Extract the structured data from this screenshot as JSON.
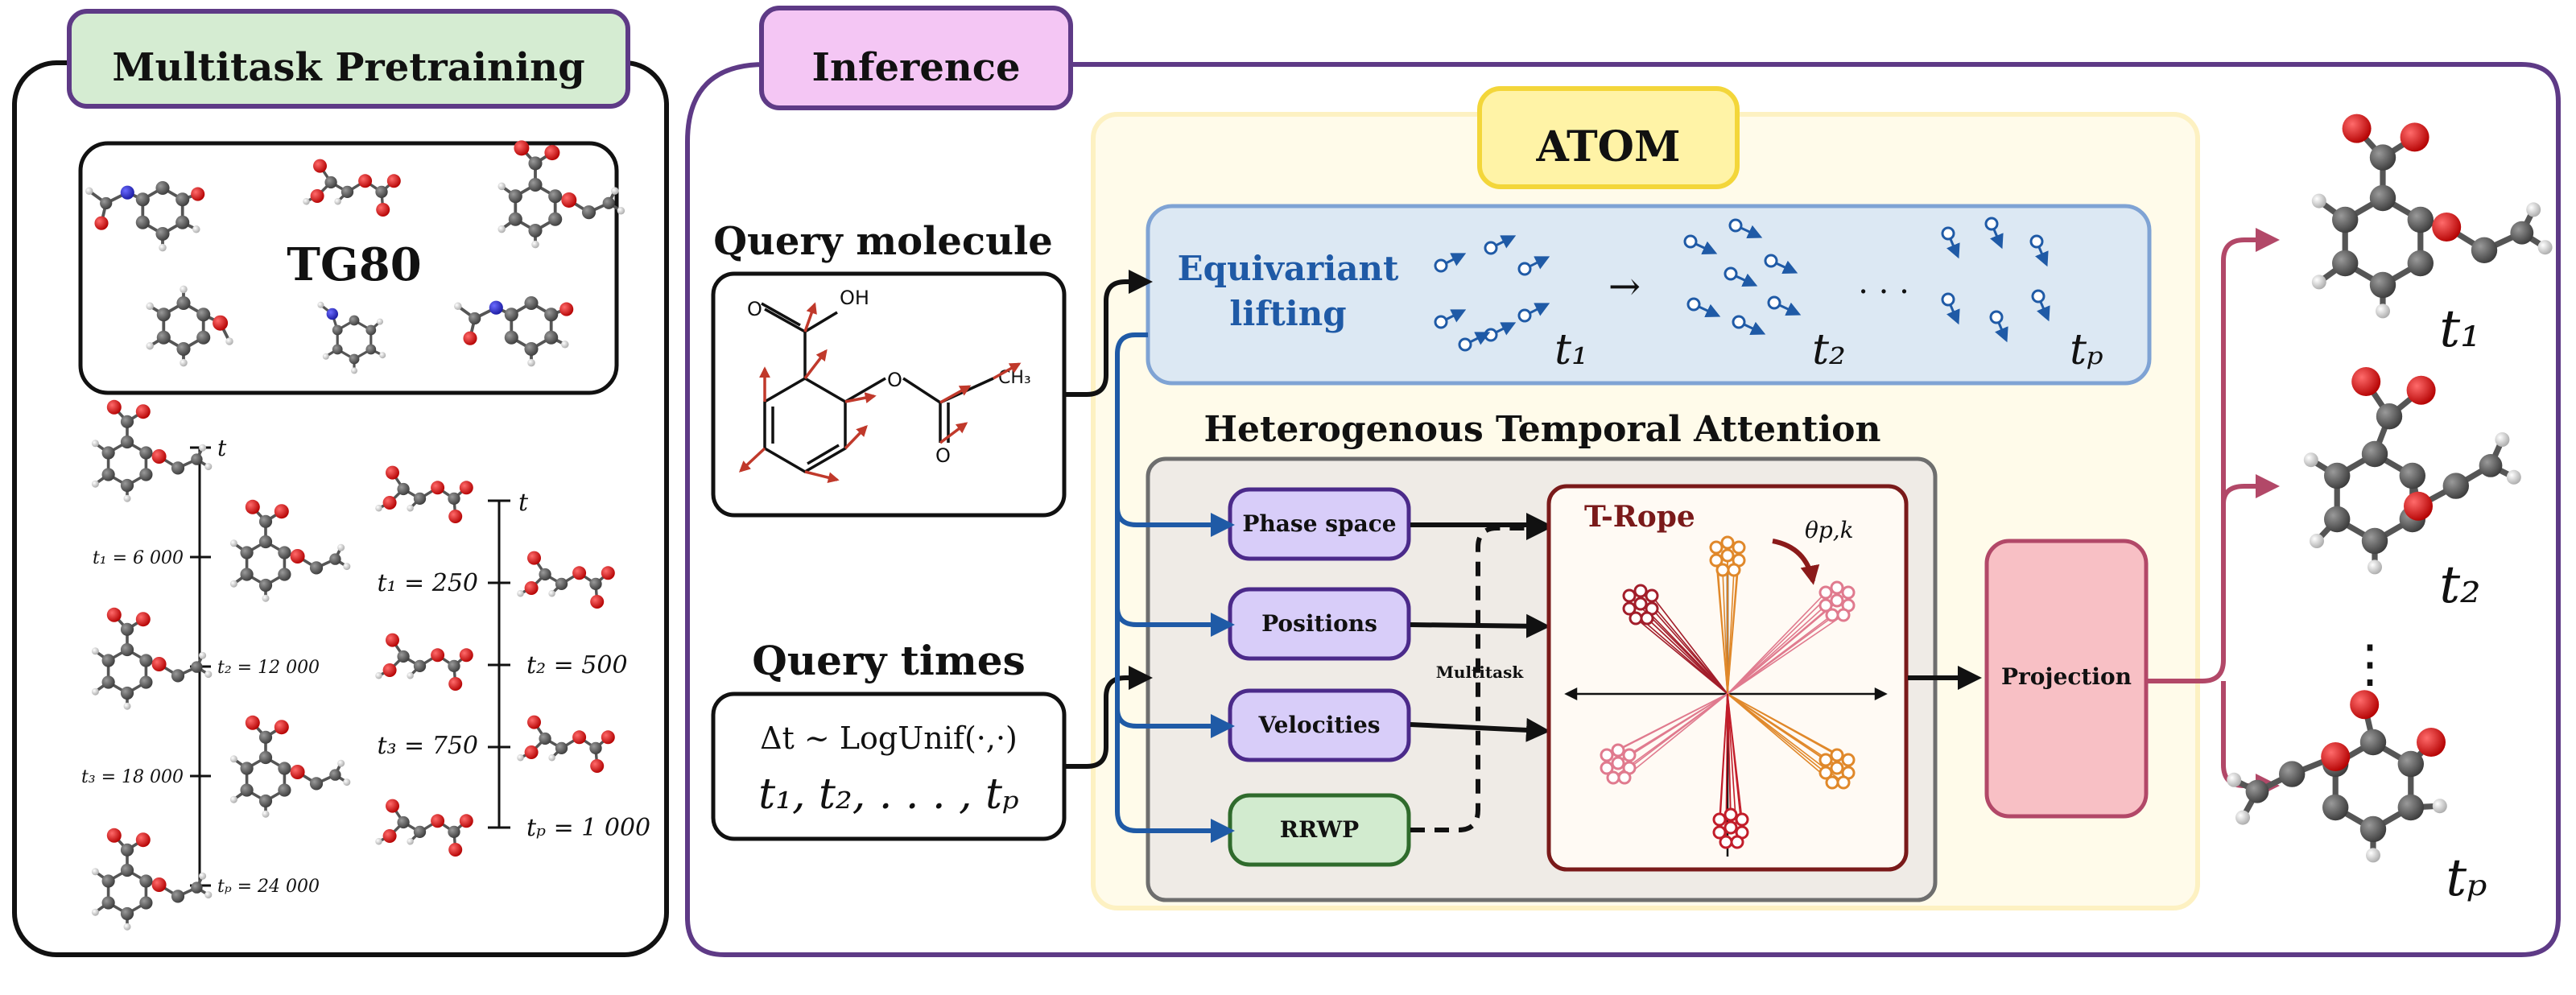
{
  "pretrain": {
    "title": "Multitask Pretraining",
    "dataset": "TG80",
    "axis_label": "t",
    "timeline_left": [
      "t₁ = 6 000",
      "t₂ = 12 000",
      "t₃ = 18 000",
      "tₚ = 24 000"
    ],
    "timeline_right": [
      "t₁ = 250",
      "t₂ = 500",
      "t₃ = 750",
      "tₚ = 1 000"
    ]
  },
  "inference": {
    "title": "Inference",
    "query_molecule": "Query molecule",
    "query_times": "Query times",
    "delta_t": "Δt ~ LogUnif(·,·)",
    "times_list": "t₁, t₂, . . . , tₚ",
    "mol_labels": {
      "oh": "OH",
      "o": "O",
      "ch3": "CH₃"
    }
  },
  "atom": {
    "title": "ATOM",
    "lifting_line1": "Equivariant",
    "lifting_line2": "lifting",
    "lift_times": [
      "t₁",
      "t₂",
      "tₚ"
    ],
    "arrow_glyph": "→",
    "dots": ". . .",
    "hta_title": "Heterogenous Temporal Attention",
    "inputs": [
      "Phase space",
      "Positions",
      "Velocities",
      "RRWP"
    ],
    "multitask": "Multitask",
    "trope": "T-Rope",
    "theta": "θp,k",
    "projection": "Projection"
  },
  "outputs": {
    "labels": [
      "t₁",
      "t₂",
      "tₚ"
    ],
    "vdots": "⋮"
  },
  "colors": {
    "pretrain_header": "#d5ecd2",
    "inference_header": "#f4c6f4",
    "inference_border": "#5e3a86",
    "atom_bg": "#fffbea",
    "atom_header": "#fff3a6",
    "lifting_bg": "#dce8f3",
    "lifting_text": "#1f5aa6",
    "hta_bg": "#efebe6",
    "input_fill": "#d8cdf9",
    "rrwp_fill": "#d2ebcf",
    "trope_border": "#7a1a1a",
    "projection_fill": "#f8c0c5",
    "output_arrow": "#b24868"
  }
}
